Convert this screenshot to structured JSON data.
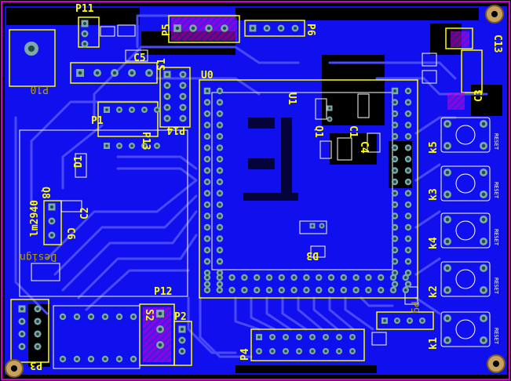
{
  "colors": {
    "background": "#000000",
    "copper": "#1010ee",
    "trace": "#4a4aff",
    "board_edge": "#d000d0",
    "silkscreen": "#ffff00",
    "silk_white": "#ffffff",
    "pad": "#7fa8a8",
    "pad_hole": "#1c4a4a",
    "mounting_hole": "#c8a060",
    "mirrored_silk": "#b0a000"
  },
  "labels": {
    "p11": "P11",
    "p10": "P10",
    "p9": "P9",
    "p5": "P5",
    "p6": "P6",
    "s1": "S1",
    "c5": "C5",
    "u0": "U0",
    "p14": "P14",
    "p13": "P13",
    "p1": "P1",
    "p12": "P12",
    "p2": "P2",
    "p4": "P4",
    "p3": "P3",
    "s2": "S2",
    "u1": "U1",
    "q1": "Q1",
    "c1": "C1",
    "c4": "C4",
    "c3": "C3",
    "c13": "C13",
    "c2": "C2",
    "c6": "C6",
    "q8": "Q8",
    "d1": "D1",
    "d3": "D3",
    "k5": "k5",
    "k3": "k3",
    "k4": "k4",
    "k2": "k2",
    "k1": "k1",
    "lm2940": "lm2940",
    "design_mirror": "Design",
    "reset_1": "RESET",
    "reset_2": "RESET",
    "reset_3": "RESET",
    "reset_4": "RESET",
    "reset_5": "RESET"
  }
}
